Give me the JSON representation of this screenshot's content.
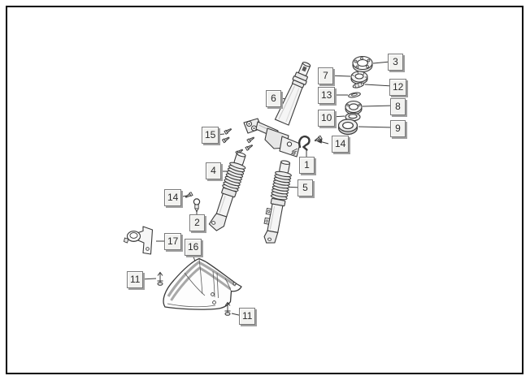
{
  "diagram": {
    "callouts": [
      {
        "id": "3",
        "num": "3"
      },
      {
        "id": "7",
        "num": "7"
      },
      {
        "id": "12",
        "num": "12"
      },
      {
        "id": "13",
        "num": "13"
      },
      {
        "id": "8",
        "num": "8"
      },
      {
        "id": "10",
        "num": "10"
      },
      {
        "id": "9",
        "num": "9"
      },
      {
        "id": "6",
        "num": "6"
      },
      {
        "id": "15",
        "num": "15"
      },
      {
        "id": "14-right",
        "num": "14"
      },
      {
        "id": "1",
        "num": "1"
      },
      {
        "id": "4",
        "num": "4"
      },
      {
        "id": "5",
        "num": "5"
      },
      {
        "id": "14-left",
        "num": "14"
      },
      {
        "id": "2",
        "num": "2"
      },
      {
        "id": "17",
        "num": "17"
      },
      {
        "id": "16",
        "num": "16"
      },
      {
        "id": "11-left",
        "num": "11"
      },
      {
        "id": "11-bottom",
        "num": "11"
      }
    ]
  },
  "colors": {
    "line": "#3a3a3a",
    "label_face": "#f2f2f0",
    "label_border": "#7a7a7a",
    "label_shadow": "#9f9f9f",
    "fender_stripe": "#a8a8a8",
    "page_border": "#000000"
  }
}
